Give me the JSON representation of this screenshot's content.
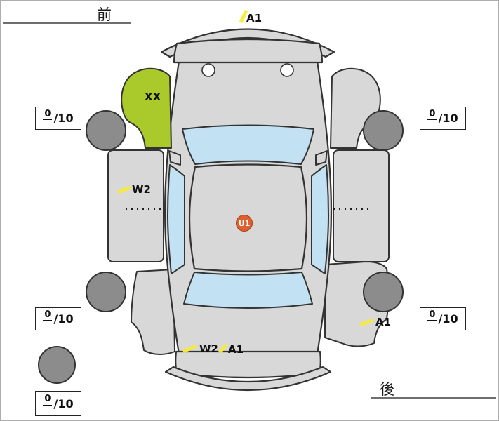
{
  "labels": {
    "front": "前",
    "rear": "後"
  },
  "tread": {
    "front_left": {
      "value": "0",
      "scale": "/10"
    },
    "front_right": {
      "value": "0",
      "scale": "/10"
    },
    "rear_left": {
      "value": "0",
      "scale": "/10"
    },
    "rear_right": {
      "value": "0",
      "scale": "/10"
    },
    "spare": {
      "value": "0",
      "scale": "/10"
    }
  },
  "markers": {
    "front_center": "A1",
    "front_left_fender": "XX",
    "left_door": "W2",
    "roof_center": "U1",
    "rear_right_quarter": "A1",
    "rear_left": "W2",
    "rear_center": "A1"
  },
  "colors": {
    "body": "#d8d8d8",
    "outline": "#333333",
    "glass": "#c2e2f3",
    "wheel": "#8c8c8c",
    "damage_green": "#a9ca2a",
    "damage_orange": "#df5f2f",
    "mark_yellow": "#f7ec3e"
  }
}
